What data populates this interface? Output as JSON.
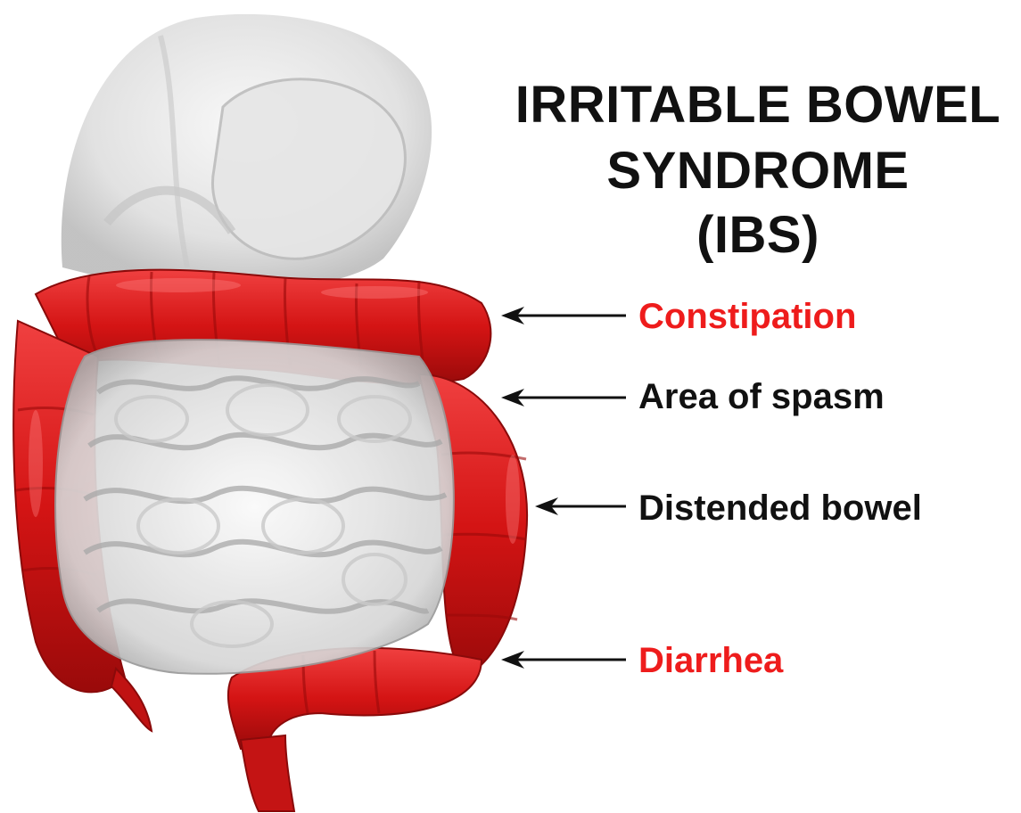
{
  "title": {
    "line1": "IRRITABLE BOWEL",
    "line2": "SYNDROME",
    "line3": "(IBS)"
  },
  "labels": [
    {
      "id": "constipation",
      "text": "Constipation",
      "color": "#ee1c1c"
    },
    {
      "id": "spasm",
      "text": "Area of spasm",
      "color": "#111111"
    },
    {
      "id": "distended",
      "text": "Distended bowel",
      "color": "#111111"
    },
    {
      "id": "diarrhea",
      "text": "Diarrhea",
      "color": "#ee1c1c"
    }
  ],
  "colors": {
    "colon_red": "#d81818",
    "highlight_red": "#ee1c1c",
    "organ_gray": "#d9d9d9",
    "text_black": "#111111"
  }
}
